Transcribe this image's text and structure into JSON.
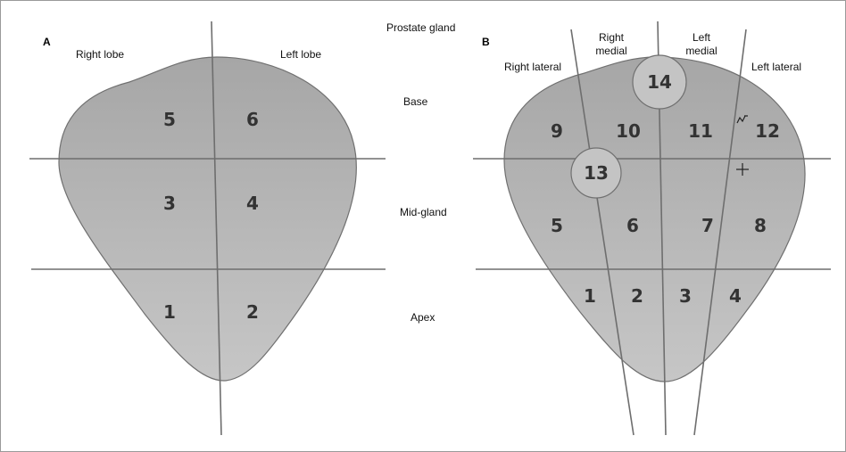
{
  "figure": {
    "center_labels": {
      "title": "Prostate gland",
      "base": "Base",
      "mid": "Mid-gland",
      "apex": "Apex"
    }
  },
  "panel_a": {
    "letter": "A",
    "right_lobe": "Right lobe",
    "left_lobe": "Left lobe",
    "zones": [
      "5",
      "6",
      "3",
      "4",
      "1",
      "2"
    ]
  },
  "panel_b": {
    "letter": "B",
    "right_lateral": "Right lateral",
    "right_medial_1": "Right",
    "right_medial_2": "medial",
    "left_medial_1": "Left",
    "left_medial_2": "medial",
    "left_lateral": "Left lateral",
    "zones": [
      "9",
      "10",
      "11",
      "12",
      "5",
      "6",
      "7",
      "8",
      "1",
      "2",
      "3",
      "4"
    ],
    "circle_zones": [
      "13",
      "14"
    ]
  },
  "colors": {
    "gland_top": "#a6a6a6",
    "gland_bottom": "#c3c3c3",
    "divider": "#6e6e6e"
  }
}
